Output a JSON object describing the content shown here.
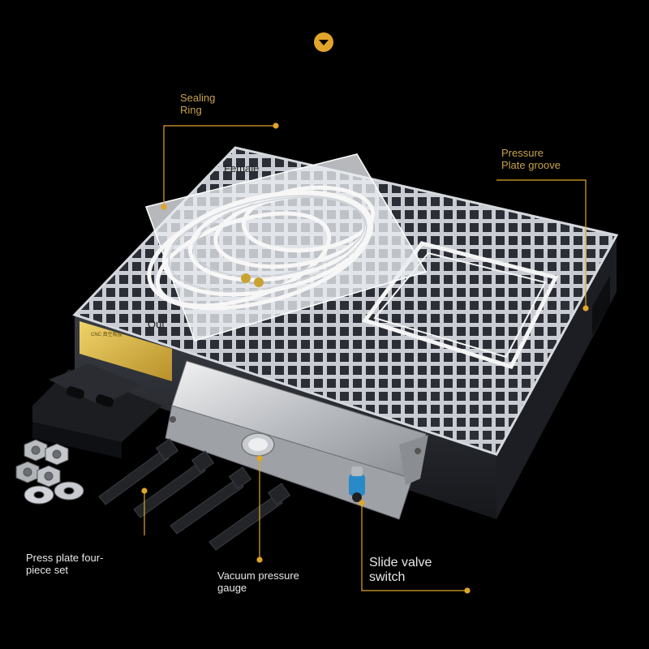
{
  "labels": {
    "sealing_ring": [
      "Sealing",
      "Ring"
    ],
    "pressure_plate_groove": [
      "Pressure",
      "Plate groove"
    ],
    "press_plate_set": [
      "Press plate four-",
      "piece set"
    ],
    "vacuum_gauge": [
      "Vacuum pressure",
      "gauge"
    ],
    "slide_valve": [
      "Slide valve",
      "switch"
    ],
    "female": "Female",
    "out": "Out"
  },
  "colors": {
    "background": "#000000",
    "accent": "#e0a52a",
    "callout_text_gold": "#c9a24a",
    "callout_text_white": "#e8e8e8",
    "table_body": "#2a2d33",
    "grid_cell": "#3a3d44",
    "grid_line": "#c8ccd2"
  },
  "icons": {
    "top_badge": "chevron-down-circle-icon"
  },
  "product": {
    "nameplate_text": "CNC 真空吸盘"
  }
}
